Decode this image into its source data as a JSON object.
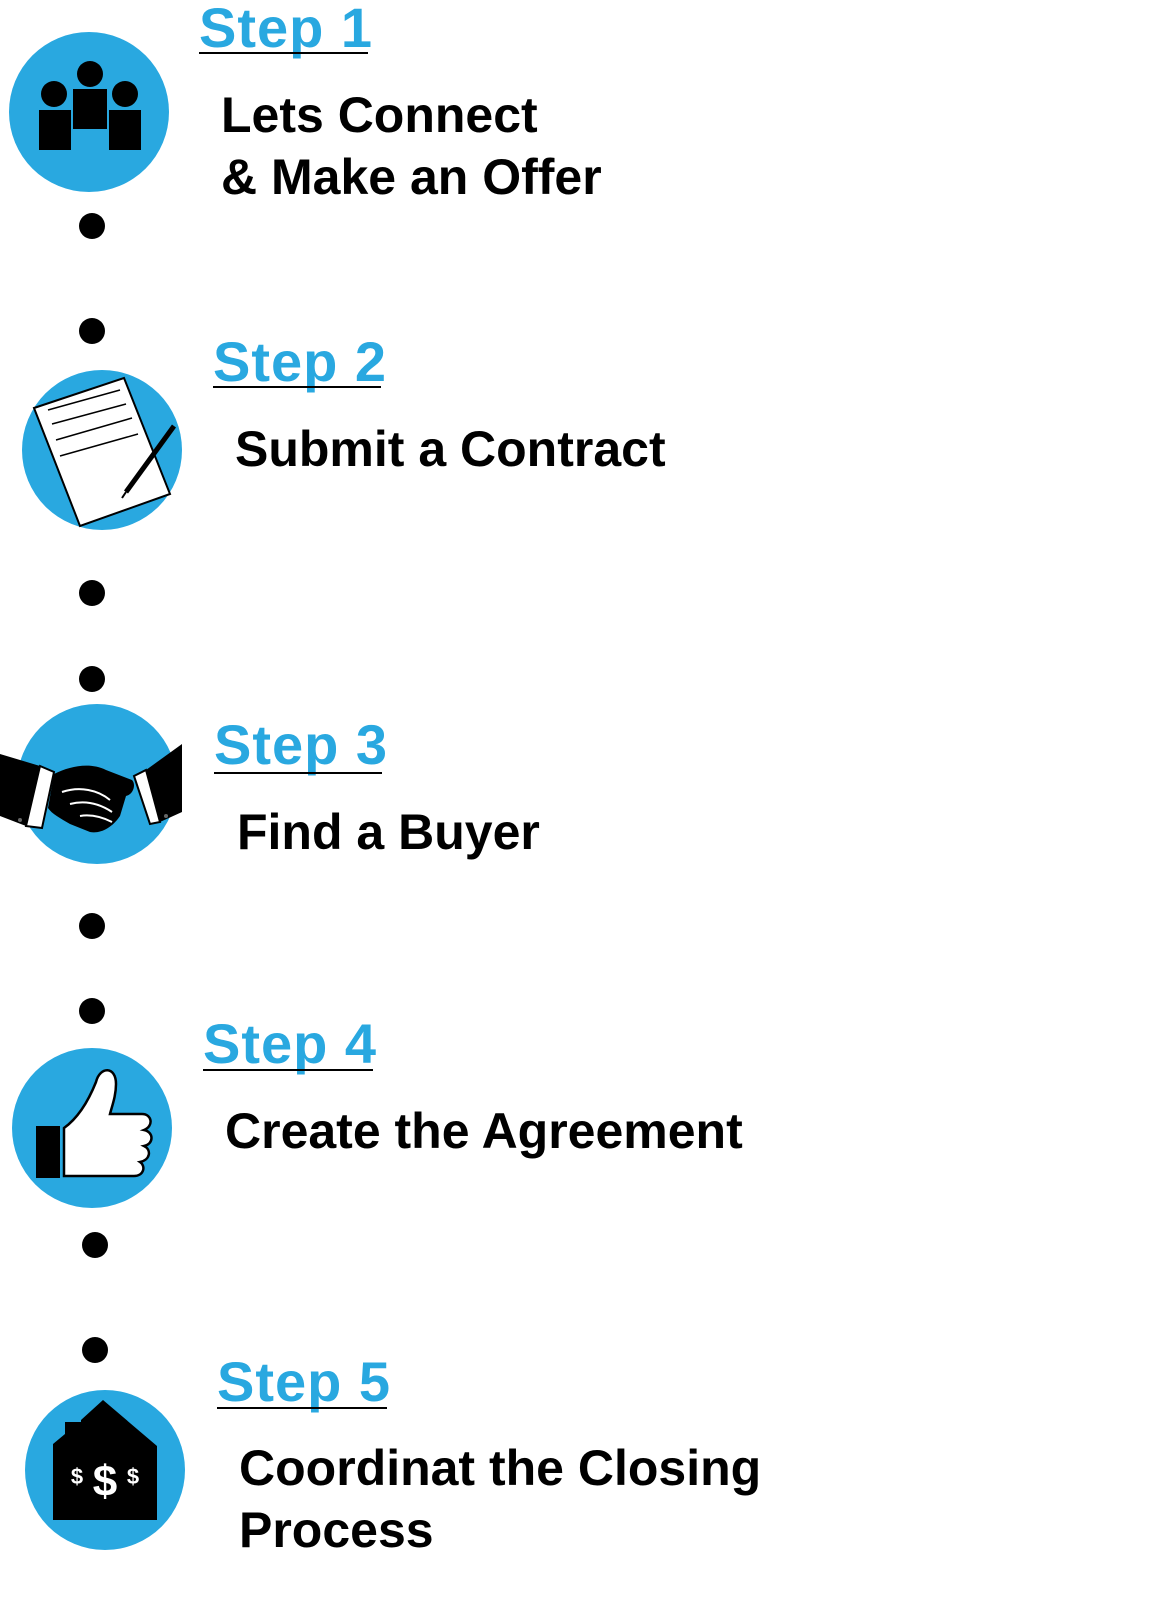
{
  "colors": {
    "accent": "#29a8e0",
    "text": "#000000",
    "background": "#ffffff"
  },
  "steps": [
    {
      "label": "Step 1",
      "text": "Lets Connect\n& Make an Offer",
      "icon": "people-icon"
    },
    {
      "label": "Step 2",
      "text": "Submit a Contract",
      "icon": "contract-icon"
    },
    {
      "label": "Step 3",
      "text": "Find a Buyer",
      "icon": "handshake-icon"
    },
    {
      "label": "Step 4",
      "text": "Create the Agreement",
      "icon": "thumbs-up-icon"
    },
    {
      "label": "Step 5",
      "text": "Coordinat the Closing\nProcess",
      "icon": "house-dollar-icon"
    }
  ],
  "house_icon_glyphs": {
    "left": "$",
    "center": "$",
    "right": "$"
  }
}
